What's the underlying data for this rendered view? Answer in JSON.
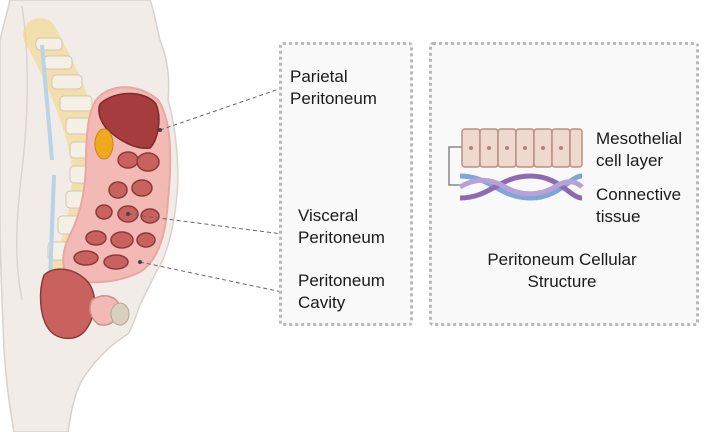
{
  "labels": {
    "parietal": "Parietal\nPeritoneum",
    "visceral": "Visceral\nPeritoneum",
    "cavity": "Peritoneum\nCavity"
  },
  "cellular": {
    "mesothelial": "Mesothelial\ncell layer",
    "connective": "Connective\ntissue",
    "title": "Peritoneum Cellular\nStructure"
  },
  "colors": {
    "skin": "#f1ece8",
    "organ_red": "#b84a48",
    "peritoneum_pink": "#f2b9b5",
    "spine_yellow": "#f3d57a",
    "mesothelial_cell": "#efd9cf",
    "collagen_purple": "#8d6bb3",
    "collagen_blue": "#7ea6d8"
  }
}
